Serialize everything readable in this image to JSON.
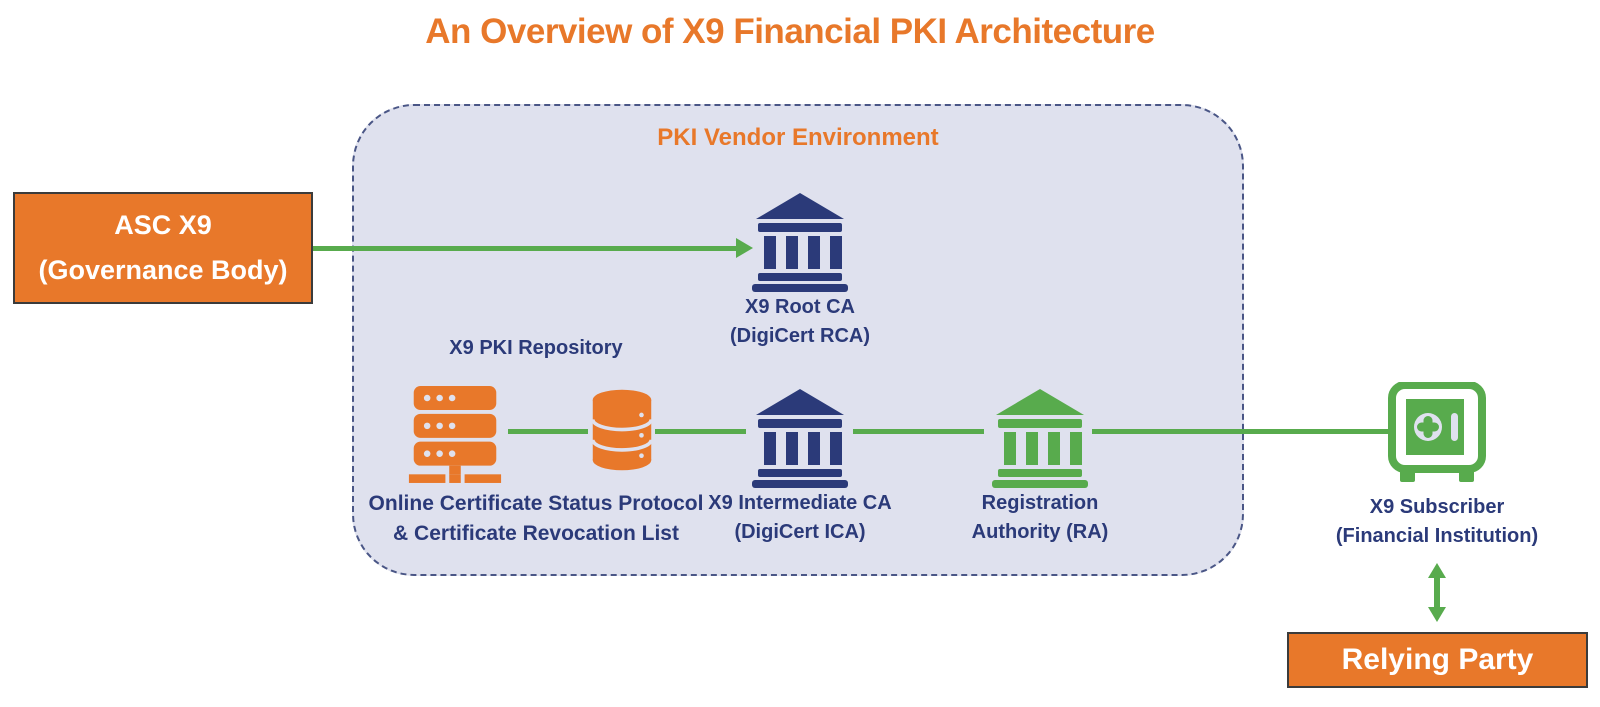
{
  "title": "An Overview of X9 Financial PKI Architecture",
  "colors": {
    "orange": "#E8782A",
    "navy": "#2B3A79",
    "green": "#58AB4D",
    "container_bg": "#DFE1EE",
    "container_border": "#4A5686",
    "box_border": "#3B3B3B"
  },
  "vendor_environment": {
    "label": "PKI Vendor Environment"
  },
  "asc": {
    "line1": "ASC X9",
    "line2": "(Governance Body)"
  },
  "root_ca": {
    "line1": "X9 Root CA",
    "line2": "(DigiCert RCA)"
  },
  "repository": {
    "title": "X9 PKI Repository",
    "caption1": "Online Certificate Status Protocol",
    "caption2": "& Certificate Revocation List"
  },
  "intermediate_ca": {
    "line1": "X9 Intermediate CA",
    "line2": "(DigiCert ICA)"
  },
  "registration_authority": {
    "line1": "Registration",
    "line2": "Authority (RA)"
  },
  "subscriber": {
    "line1": "X9 Subscriber",
    "line2": "(Financial Institution)"
  },
  "relying_party": {
    "label": "Relying Party"
  },
  "icons": {
    "root_ca": "bank-icon",
    "intermediate_ca": "bank-icon",
    "registration_authority": "bank-icon",
    "repository_server": "server-icon",
    "repository_database": "database-icon",
    "subscriber": "safe-icon"
  }
}
